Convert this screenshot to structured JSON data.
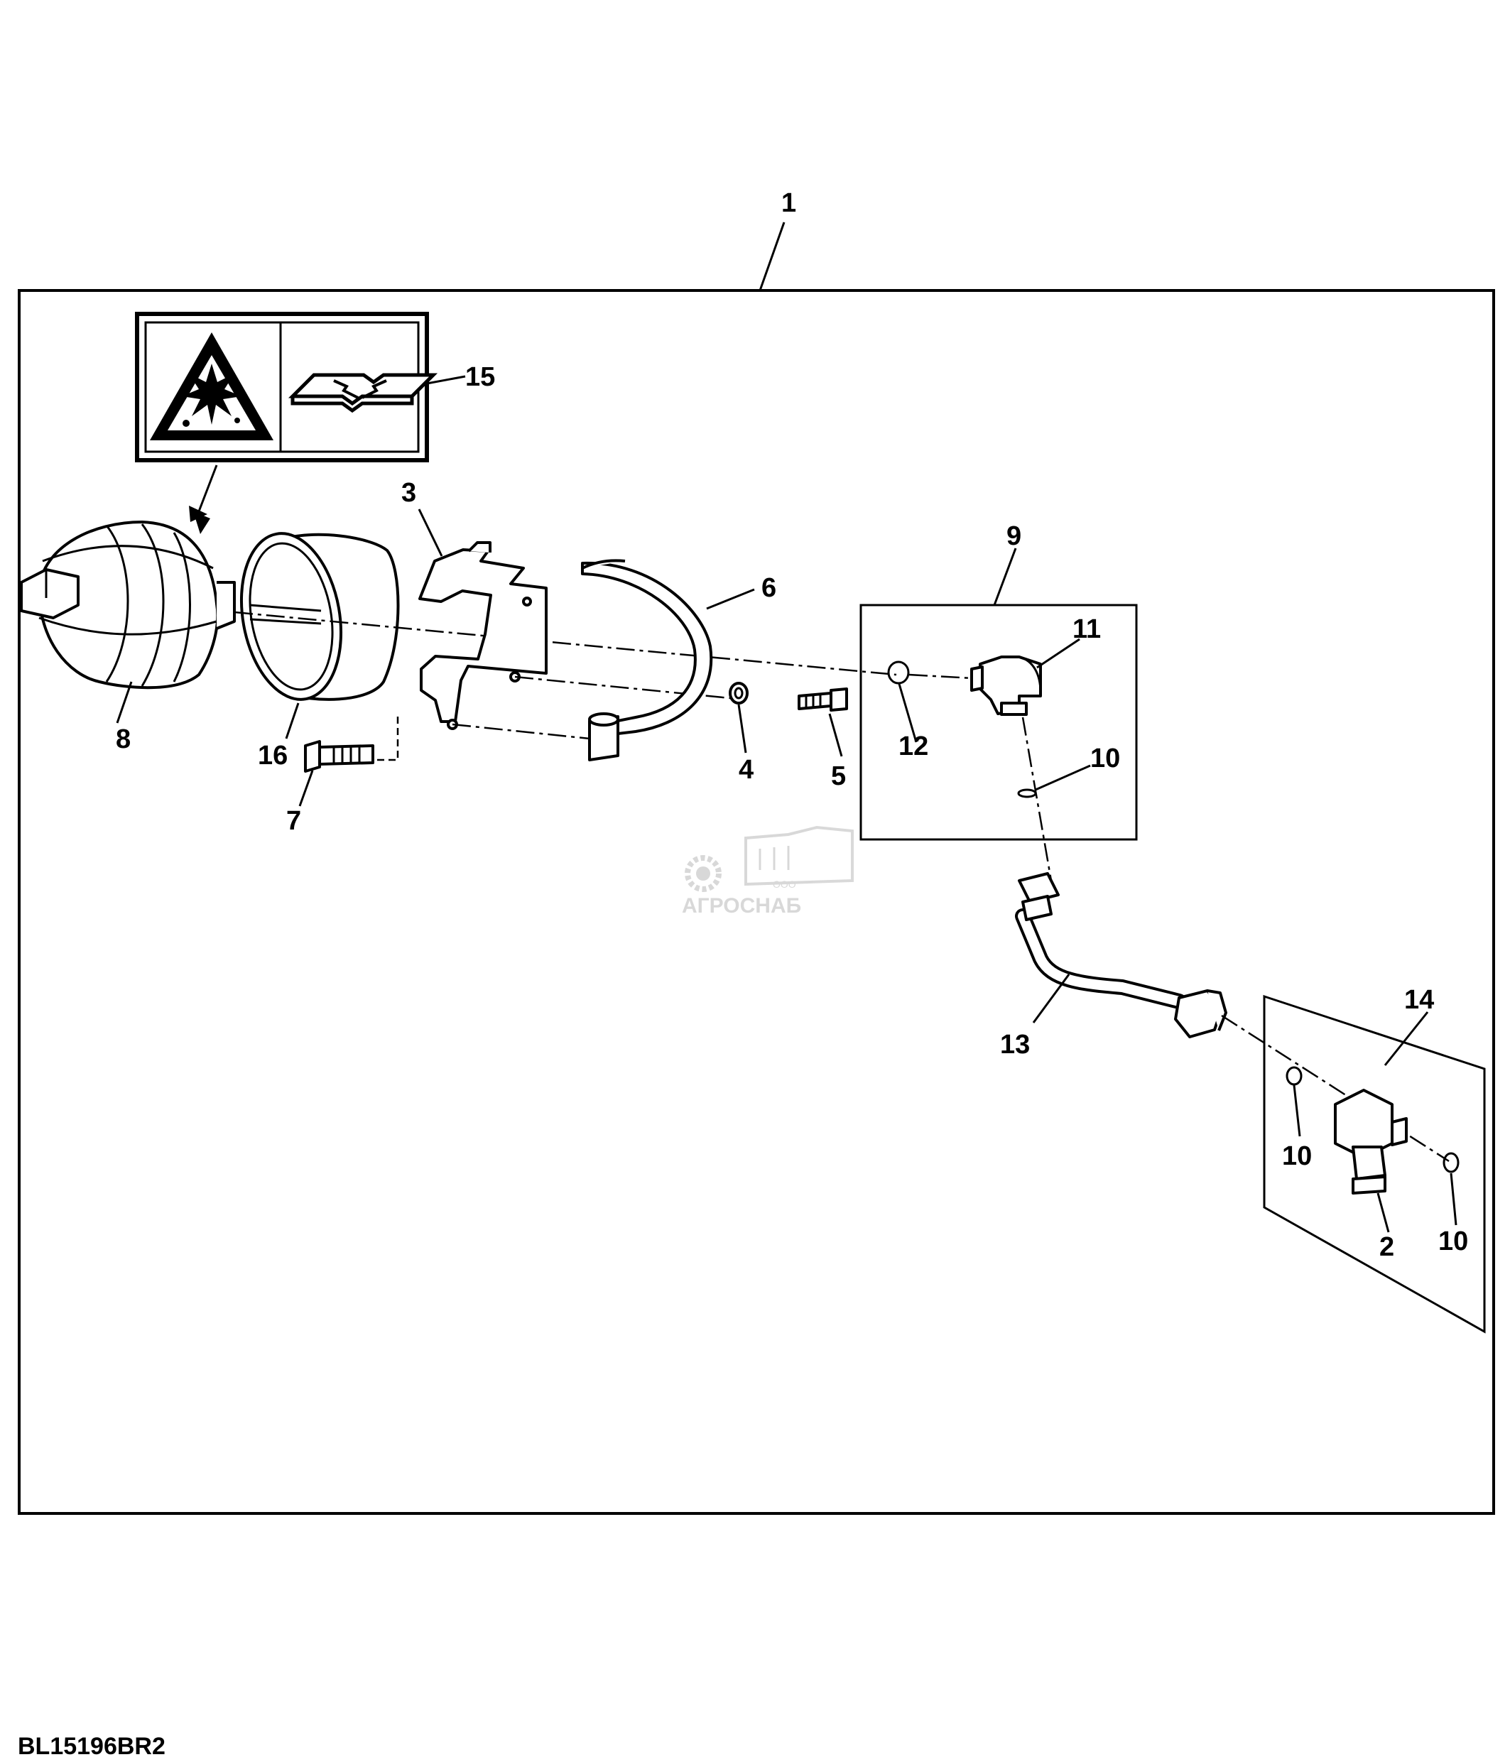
{
  "figure_id": "BL15196BR2",
  "watermark": {
    "small_text": "ООО",
    "text": "АГРОСНАБ"
  },
  "callouts": [
    {
      "id": "callout-1",
      "label": "1"
    },
    {
      "id": "callout-15",
      "label": "15"
    },
    {
      "id": "callout-3",
      "label": "3"
    },
    {
      "id": "callout-9",
      "label": "9"
    },
    {
      "id": "callout-6",
      "label": "6"
    },
    {
      "id": "callout-11",
      "label": "11"
    },
    {
      "id": "callout-8",
      "label": "8"
    },
    {
      "id": "callout-16",
      "label": "16"
    },
    {
      "id": "callout-12",
      "label": "12"
    },
    {
      "id": "callout-4",
      "label": "4"
    },
    {
      "id": "callout-5",
      "label": "5"
    },
    {
      "id": "callout-7",
      "label": "7"
    },
    {
      "id": "callout-10a",
      "label": "10"
    },
    {
      "id": "callout-13",
      "label": "13"
    },
    {
      "id": "callout-14",
      "label": "14"
    },
    {
      "id": "callout-10b",
      "label": "10"
    },
    {
      "id": "callout-2",
      "label": "2"
    },
    {
      "id": "callout-10c",
      "label": "10"
    }
  ]
}
